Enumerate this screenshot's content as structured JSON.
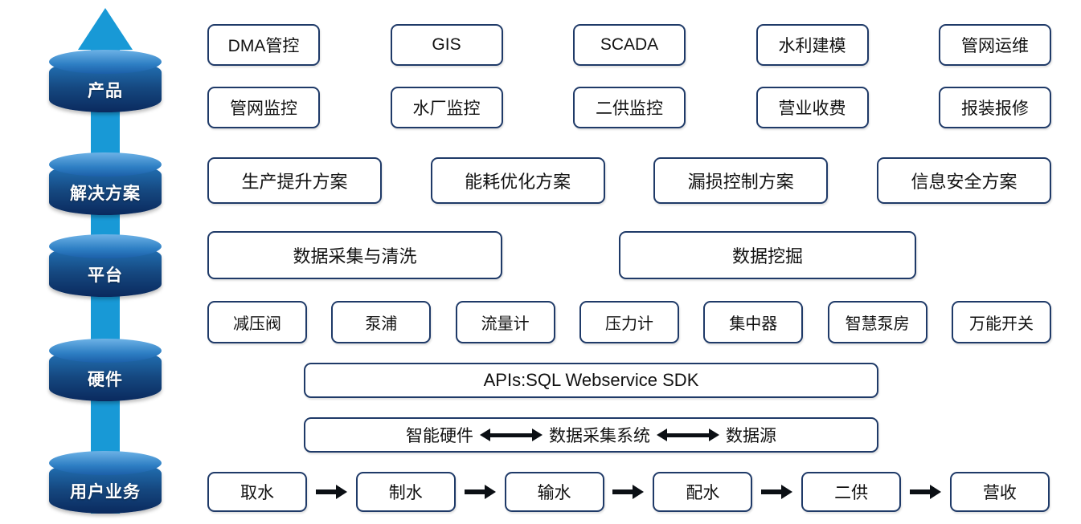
{
  "levels": [
    {
      "label": "产品"
    },
    {
      "label": "解决方案"
    },
    {
      "label": "平台"
    },
    {
      "label": "硬件"
    },
    {
      "label": "用户业务"
    }
  ],
  "products": {
    "row1": [
      "DMA管控",
      "GIS",
      "SCADA",
      "水利建模",
      "管网运维"
    ],
    "row2": [
      "管网监控",
      "水厂监控",
      "二供监控",
      "营业收费",
      "报装报修"
    ]
  },
  "solutions": [
    "生产提升方案",
    "能耗优化方案",
    "漏损控制方案",
    "信息安全方案"
  ],
  "platform": [
    "数据采集与清洗",
    "数据挖掘"
  ],
  "hardware": {
    "devices": [
      "减压阀",
      "泵浦",
      "流量计",
      "压力计",
      "集中器",
      "智慧泵房",
      "万能开关"
    ],
    "api": "APIs:SQL Webservice SDK",
    "data_flow": [
      "智能硬件",
      "数据采集系统",
      "数据源"
    ]
  },
  "business_flow": [
    "取水",
    "制水",
    "输水",
    "配水",
    "二供",
    "营收"
  ],
  "colors": {
    "box_border": "#1f3a68",
    "arrow_blue": "#1899d6",
    "cylinder_dark": "#0a2a5e",
    "cylinder_light": "#2e7fc4",
    "flow_arrow_black": "#0b0f14"
  }
}
